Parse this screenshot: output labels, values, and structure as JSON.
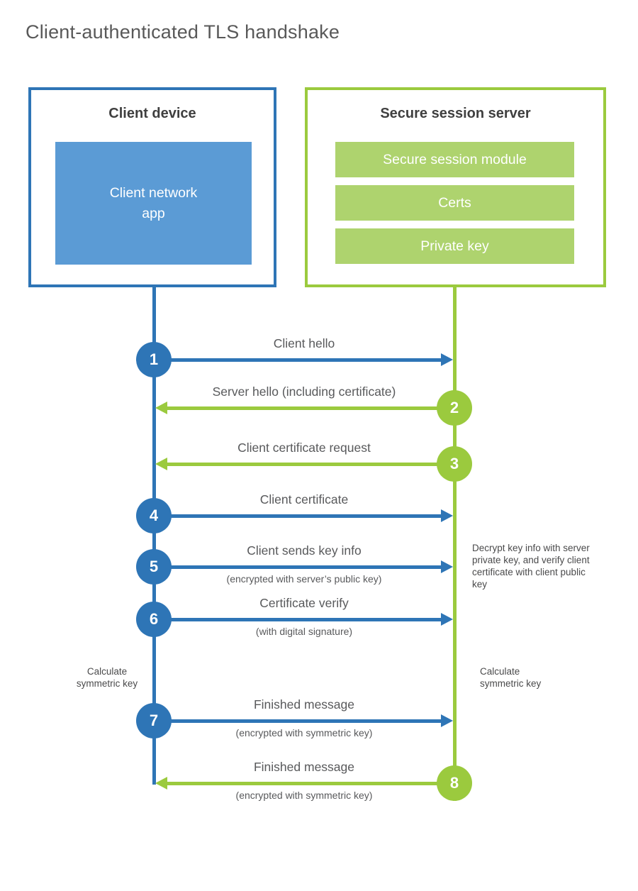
{
  "title": "Client-authenticated TLS handshake",
  "colors": {
    "blue": "#2e75b6",
    "blue_light": "#5b9bd5",
    "green": "#9bca3e",
    "green_light": "#aed36e"
  },
  "client_box": {
    "title": "Client device",
    "module": "Client network app"
  },
  "server_box": {
    "title": "Secure session server",
    "modules": [
      "Secure session module",
      "Certs",
      "Private key"
    ]
  },
  "messages": [
    {
      "step": "1",
      "label": "Client hello",
      "direction": "client-to-server"
    },
    {
      "step": "2",
      "label": "Server hello (including certificate)",
      "direction": "server-to-client"
    },
    {
      "step": "3",
      "label": "Client certificate request",
      "direction": "server-to-client"
    },
    {
      "step": "4",
      "label": "Client certificate",
      "direction": "client-to-server"
    },
    {
      "step": "5",
      "label": "Client sends key info",
      "sublabel": "(encrypted with server’s public key)",
      "direction": "client-to-server"
    },
    {
      "step": "6",
      "label": "Certificate verify",
      "sublabel": "(with digital signature)",
      "direction": "client-to-server"
    },
    {
      "step": "7",
      "label": "Finished message",
      "sublabel": "(encrypted with symmetric key)",
      "direction": "client-to-server"
    },
    {
      "step": "8",
      "label": "Finished message",
      "sublabel": "(encrypted with symmetric key)",
      "direction": "server-to-client"
    }
  ],
  "annotations": {
    "server_note": "Decrypt key info with server private key, and verify client certificate with client public key",
    "client_calc": "Calculate symmetric key",
    "server_calc": "Calculate symmetric key"
  }
}
